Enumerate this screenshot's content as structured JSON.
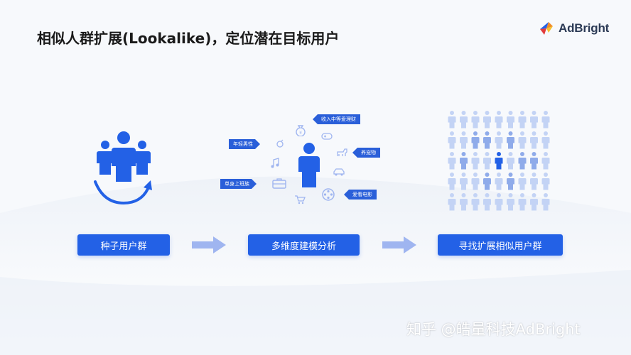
{
  "title": "相似人群扩展(Lookalike)，定位潜在目标用户",
  "logo": {
    "text": "AdBright",
    "icon": "adbright-logo-icon"
  },
  "steps": [
    {
      "label": "种子用户群"
    },
    {
      "label": "多维度建模分析"
    },
    {
      "label": "寻找扩展相似用户群"
    }
  ],
  "tags": {
    "income": "收入中等爱理财",
    "young_male": "年轻男性",
    "pet": "养宠物",
    "single_worker": "单身上班族",
    "movie": "爱看电影"
  },
  "icons": [
    "seed-users-icon",
    "cycle-arrow-icon",
    "person-icon",
    "money-bag-icon",
    "gamepad-icon",
    "music-note-icon",
    "dog-icon",
    "briefcase-icon",
    "car-icon",
    "cart-icon",
    "film-reel-icon",
    "crowd-grid-icon"
  ],
  "colors": {
    "primary": "#2361e6",
    "arrow": "#9fb5f0",
    "person_light": "#c3d3f5",
    "person_dark": "#3d70e0"
  },
  "watermark": "知乎 @皓量科技AdBright"
}
